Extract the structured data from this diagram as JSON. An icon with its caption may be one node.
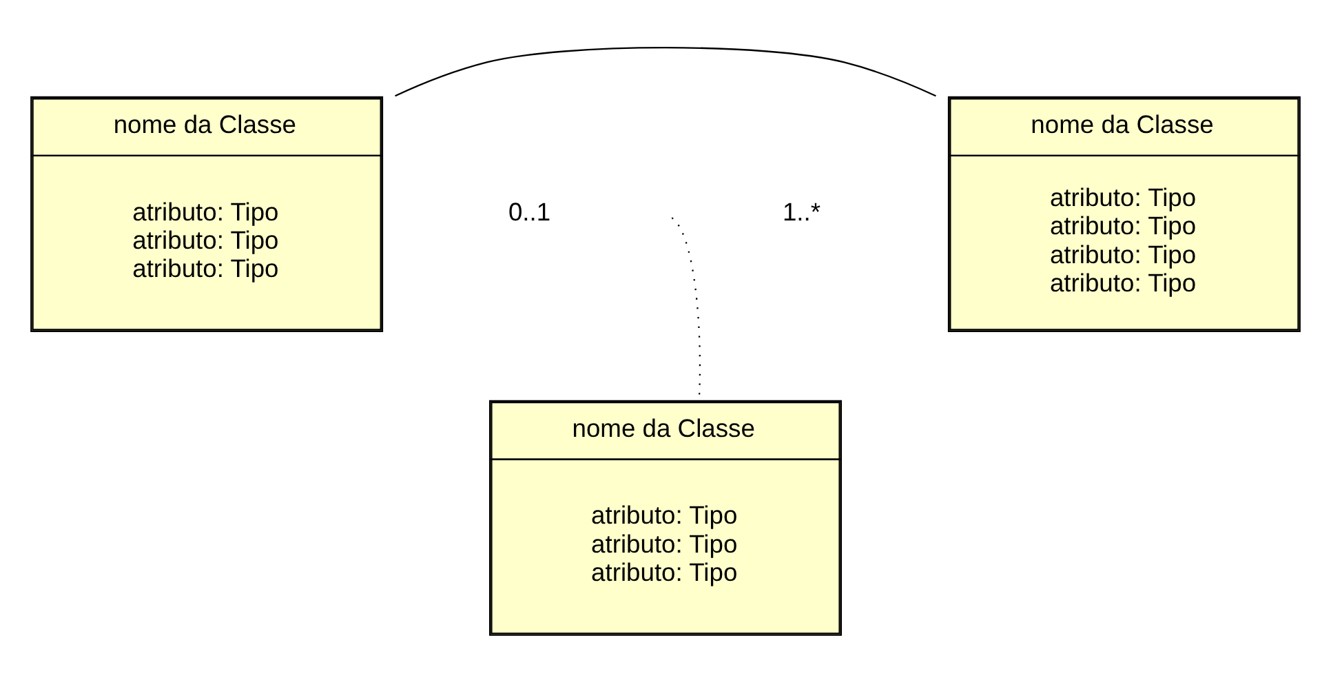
{
  "diagram": {
    "nodes": [
      {
        "text": [
          "nome da Classe",
          "atributo: Tipo",
          "atributo: Tipo",
          "atributo: Tipo"
        ]
      },
      {
        "text": [
          "nome da Classe",
          "atributo: Tipo",
          "atributo: Tipo",
          "atributo: Tipo",
          "atributo: Tipo"
        ]
      },
      {
        "text": [
          "nome da Classe",
          "atributo: Tipo",
          "atributo: Tipo",
          "atributo: Tipo"
        ]
      }
    ],
    "edges": [
      {
        "from": 0,
        "to": 1,
        "arrow": "none"
      },
      {
        "from": 2,
        "to": null,
        "arrow": "none",
        "style": "dashed"
      }
    ],
    "labels": [
      "0..1",
      "1..*"
    ]
  }
}
